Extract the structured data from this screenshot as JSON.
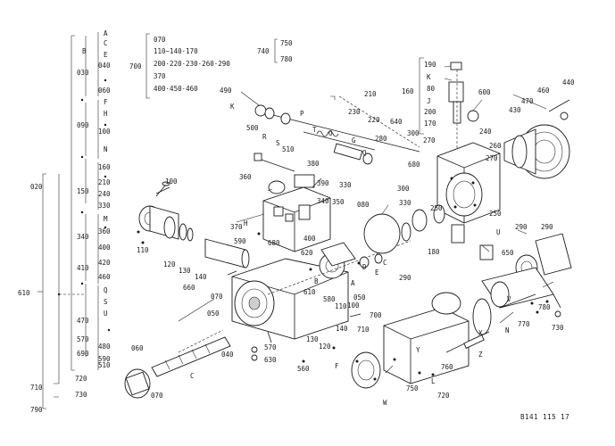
{
  "figure": {
    "reference_code": "B141 115 17",
    "colors": {
      "ink": "#1a1a1a",
      "background": "#ffffff"
    }
  },
  "legend_tree": {
    "top_root": "610",
    "left_nodes": [
      "020",
      "710",
      "730",
      "790",
      "720"
    ],
    "col2": [
      "B",
      "030",
      "090",
      "150",
      "340",
      "410",
      "470",
      "570",
      "690",
      "590",
      "510",
      "730"
    ],
    "col3": [
      "A",
      "C",
      "E",
      "040",
      "060",
      "F",
      "H",
      "100",
      "N",
      "160",
      "210",
      "240",
      "330",
      "M",
      "360",
      "400",
      "420",
      "460",
      "Q",
      "S",
      "U",
      "480"
    ],
    "block_700": {
      "id": "700",
      "lines": [
        "070",
        "110~140·170",
        "200·220·230·260·290",
        "370",
        "400·450·460"
      ]
    },
    "block_740": {
      "id": "740",
      "lines": [
        "750",
        "780"
      ]
    }
  },
  "callouts": [
    "190",
    "K",
    "80",
    "J",
    "200",
    "170",
    "600",
    "430",
    "440",
    "460",
    "470",
    "160",
    "210",
    "230",
    "220",
    "640",
    "490",
    "K",
    "500",
    "R",
    "S",
    "510",
    "P",
    "T",
    "O",
    "G",
    "Q",
    "280",
    "300",
    "270",
    "240",
    "260",
    "270",
    "380",
    "360",
    "390",
    "350",
    "370",
    "340",
    "330",
    "300",
    "080",
    "330",
    "250",
    "250",
    "290",
    "680",
    "100",
    "110",
    "120",
    "130",
    "140",
    "660",
    "590",
    "680",
    "400",
    "H",
    "620",
    "610",
    "580",
    "D",
    "E",
    "C",
    "B",
    "A",
    "070",
    "050",
    "050",
    "110",
    "100",
    "130",
    "120",
    "140",
    "570",
    "630",
    "560",
    "040",
    "060",
    "070",
    "C",
    "180",
    "650",
    "290",
    "290",
    "U",
    "V",
    "700",
    "710",
    "720",
    "730",
    "750",
    "760",
    "770",
    "780",
    "W",
    "X",
    "Y",
    "Z",
    "F",
    "L",
    "N"
  ]
}
